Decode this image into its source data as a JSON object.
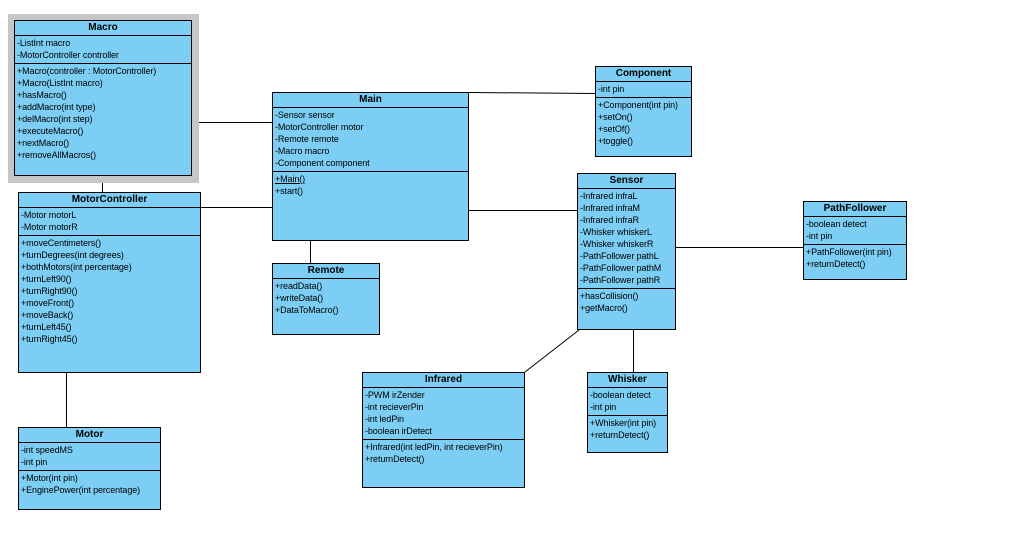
{
  "colors": {
    "class_fill": "#7dcef4",
    "class_border": "#000000",
    "selection_frame": "#c6c6c6",
    "connector": "#000000",
    "background": "#ffffff"
  },
  "classes": {
    "macro": {
      "name": "Macro",
      "selected": true,
      "attributes": [
        "-ListInt macro",
        "-MotorController controller"
      ],
      "methods": [
        "+Macro(controller : MotorController)",
        "+Macro(ListInt macro)",
        "+hasMacro()",
        "+addMacro(int type)",
        "+delMacro(int step)",
        "+executeMacro()",
        "+nextMacro()",
        "+removeAllMacros()"
      ]
    },
    "motorcontroller": {
      "name": "MotorController",
      "attributes": [
        "-Motor motorL",
        "-Motor motorR"
      ],
      "methods": [
        "+moveCentimeters()",
        "+turnDegrees(int degrees)",
        "+bothMotors(int percentage)",
        "+turnLeft90()",
        "+turnRight90()",
        "+moveFront()",
        "+moveBack()",
        "+turnLeft45()",
        "+turnRight45()"
      ]
    },
    "motor": {
      "name": "Motor",
      "attributes": [
        "-int speedMS",
        "-int pin"
      ],
      "methods": [
        "+Motor(int pin)",
        "+EnginePower(int percentage)"
      ]
    },
    "main": {
      "name": "Main",
      "attributes": [
        "-Sensor sensor",
        "-MotorController motor",
        "-Remote remote",
        "-Macro macro",
        "-Component component"
      ],
      "methods": [
        {
          "text": "+Main()",
          "underline": true
        },
        "+start()"
      ]
    },
    "remote": {
      "name": "Remote",
      "attributes": [],
      "methods": [
        "+readData()",
        "+writeData()",
        "+DataToMacro()"
      ]
    },
    "component": {
      "name": "Component",
      "attributes": [
        "-int pin"
      ],
      "methods": [
        "+Component(int pin)",
        "+setOn()",
        "+setOf()",
        "+toggle()"
      ]
    },
    "sensor": {
      "name": "Sensor",
      "attributes": [
        "-Infrared infraL",
        "-Infrared infraM",
        "-Infrared infraR",
        "-Whisker whiskerL",
        "-Whisker whiskerR",
        "-PathFollower pathL",
        "-PathFollower pathM",
        "-PathFollower pathR"
      ],
      "methods": [
        "+hasCollision()",
        "+getMacro()"
      ]
    },
    "pathfollower": {
      "name": "PathFollower",
      "attributes": [
        "-boolean detect",
        "-int pin"
      ],
      "methods": [
        "+PathFollower(int pin)",
        "+returnDetect()"
      ]
    },
    "infrared": {
      "name": "Infrared",
      "attributes": [
        "-PWM irZender",
        "-int recieverPin",
        "-int ledPin",
        "-boolean irDetect"
      ],
      "methods": [
        "+Infrared(int ledPin, int recieverPin)",
        "+returnDetect()"
      ]
    },
    "whisker": {
      "name": "Whisker",
      "attributes": [
        "-boolean detect",
        "-int pin"
      ],
      "methods": [
        "+Whisker(int pin)",
        "+returnDetect()"
      ]
    }
  },
  "connections": [
    {
      "from": "Macro",
      "to": "Main"
    },
    {
      "from": "Macro",
      "to": "MotorController"
    },
    {
      "from": "MotorController",
      "to": "Main"
    },
    {
      "from": "MotorController",
      "to": "Motor"
    },
    {
      "from": "Main",
      "to": "Remote"
    },
    {
      "from": "Main",
      "to": "Component"
    },
    {
      "from": "Main",
      "to": "Sensor"
    },
    {
      "from": "Sensor",
      "to": "PathFollower"
    },
    {
      "from": "Sensor",
      "to": "Infrared"
    },
    {
      "from": "Sensor",
      "to": "Whisker"
    }
  ]
}
